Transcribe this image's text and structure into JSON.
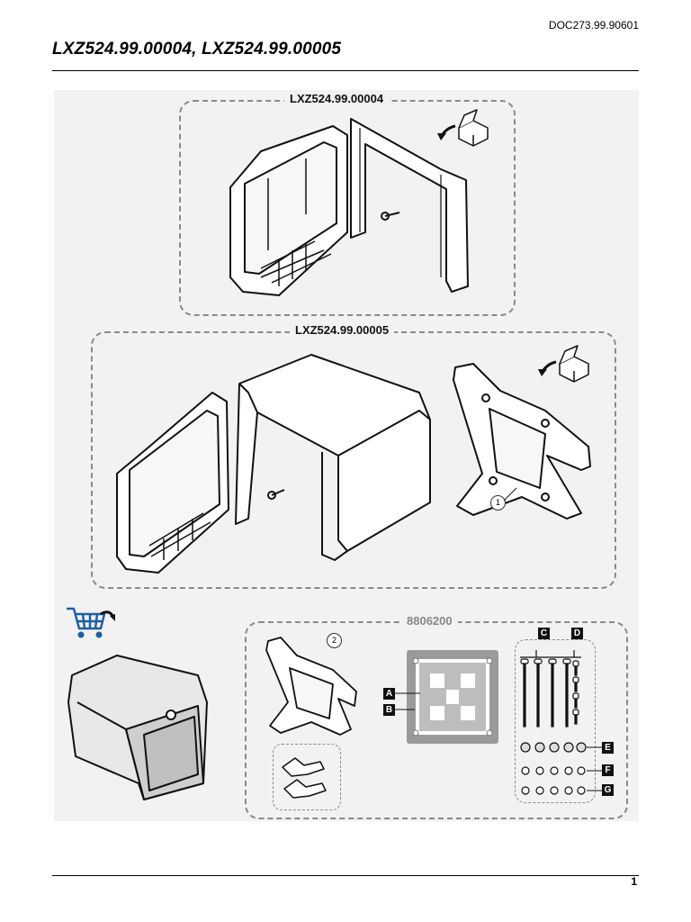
{
  "header": {
    "doc_code": "DOC273.99.90601",
    "title": "LXZ524.99.00004, LXZ524.99.00005"
  },
  "kit_a": {
    "label": "LXZ524.99.00004",
    "icon": "box-open-icon"
  },
  "kit_b": {
    "label": "LXZ524.99.00005",
    "icon": "box-open-icon",
    "callout": "1"
  },
  "accessory": {
    "icon": "shopping-cart-icon",
    "icon_color": "#1f5fa8",
    "label": "8806200",
    "callout": "2",
    "tags": [
      "A",
      "B",
      "C",
      "D",
      "E",
      "F",
      "G"
    ]
  },
  "footer": {
    "page_number": "1"
  }
}
